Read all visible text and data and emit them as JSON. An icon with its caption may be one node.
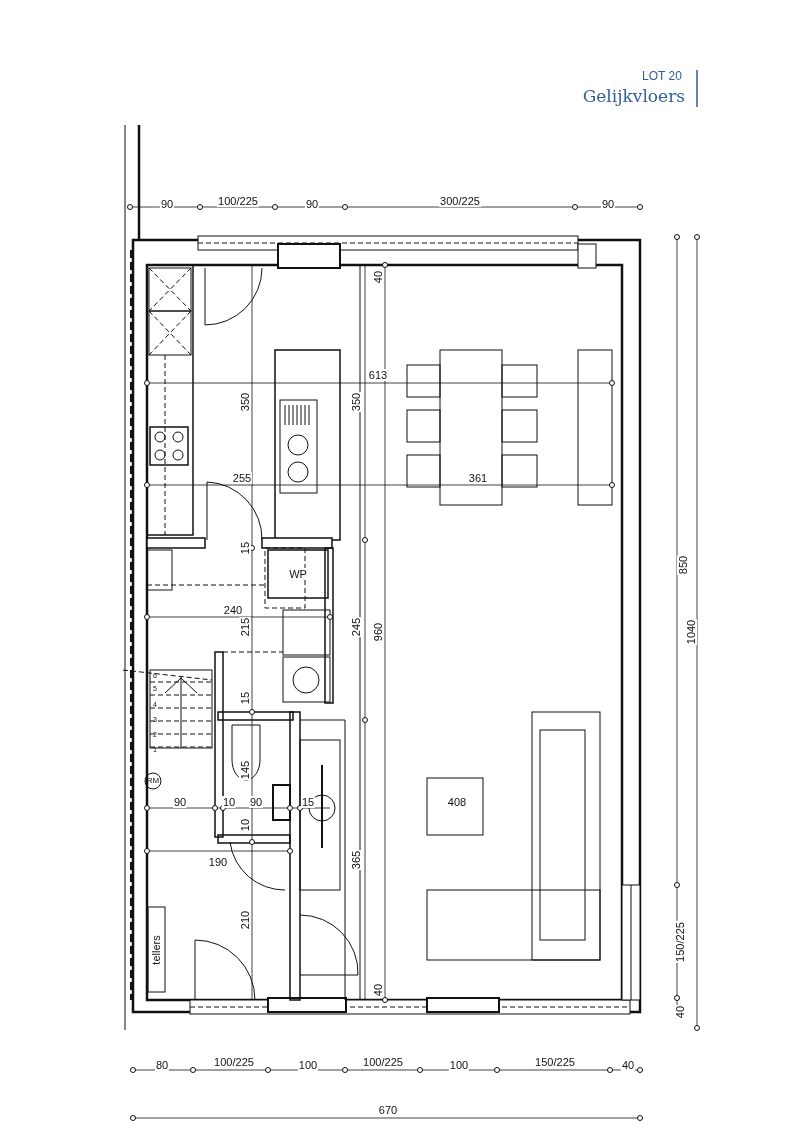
{
  "diagram": {
    "title": "Gelijkvloers",
    "labels": [
      "LOT 20",
      "90",
      "100/225",
      "90",
      "300/225",
      "90",
      "40",
      "613",
      "350",
      "350",
      "255",
      "361",
      "15",
      "WP",
      "850",
      "240",
      "215",
      "245",
      "960",
      "1040",
      "6",
      "5",
      "4",
      "3",
      "2",
      "1",
      "15",
      "RM",
      "145",
      "90",
      "10",
      "90",
      "15",
      "408",
      "10",
      "190",
      "365",
      "150/225",
      "210",
      "tellers",
      "40",
      "40",
      "80",
      "100/225",
      "100",
      "100/225",
      "100",
      "150/225",
      "40",
      "670"
    ]
  }
}
